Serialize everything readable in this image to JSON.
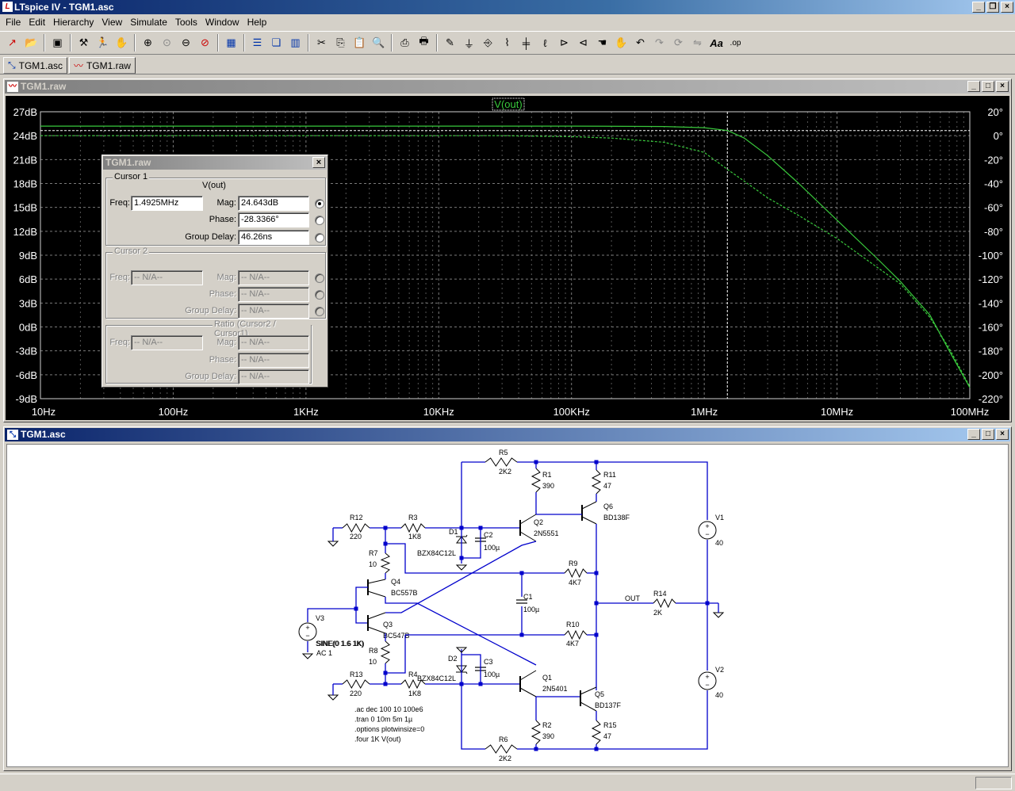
{
  "app": {
    "title": "LTspice IV - TGM1.asc",
    "icon": "ltspice-logo-icon"
  },
  "menu": [
    "File",
    "Edit",
    "Hierarchy",
    "View",
    "Simulate",
    "Tools",
    "Window",
    "Help"
  ],
  "toolbar": {
    "icons": [
      "new-schematic-icon",
      "open-icon",
      "save-icon",
      "control-panel-icon",
      "run-icon",
      "halt-icon",
      "zoom-in-icon",
      "zoom-full-icon",
      "zoom-out-icon",
      "zoom-cancel-icon",
      "autorange-icon",
      "tile-horizontal-icon",
      "cascade-icon",
      "tile-vertical-icon",
      "cut-icon",
      "copy-icon",
      "paste-icon",
      "find-icon",
      "print-preview-icon",
      "print-icon",
      "draw-wire-icon",
      "ground-icon",
      "label-net-icon",
      "resistor-icon",
      "capacitor-icon",
      "inductor-icon",
      "diode-icon",
      "component-icon",
      "move-icon",
      "drag-icon",
      "undo-icon",
      "redo-icon",
      "rotate-icon",
      "mirror-icon",
      "text-icon",
      "spice-directive-icon"
    ]
  },
  "tabs": [
    {
      "label": "TGM1.asc",
      "icon": "schematic-icon"
    },
    {
      "label": "TGM1.raw",
      "icon": "waveform-icon"
    }
  ],
  "plot_window": {
    "title": "TGM1.raw",
    "trace_label": "V(out)"
  },
  "chart_data": {
    "type": "line",
    "title": "",
    "x_scale": "log",
    "xlim": [
      10,
      100000000
    ],
    "x_tick_labels": [
      "10Hz",
      "100Hz",
      "1KHz",
      "10KHz",
      "100KHz",
      "1MHz",
      "10MHz",
      "100MHz"
    ],
    "y_left_lim": [
      -9,
      27
    ],
    "y_left_tick_labels": [
      "27dB",
      "24dB",
      "21dB",
      "18dB",
      "15dB",
      "12dB",
      "9dB",
      "6dB",
      "3dB",
      "0dB",
      "-3dB",
      "-6dB",
      "-9dB"
    ],
    "y_right_lim": [
      -220,
      20
    ],
    "y_right_tick_labels": [
      "20°",
      "0°",
      "-20°",
      "-40°",
      "-60°",
      "-80°",
      "-100°",
      "-120°",
      "-140°",
      "-160°",
      "-180°",
      "-200°",
      "-220°"
    ],
    "grid": true,
    "cursor1_freq_hz": 1492500,
    "reference_db": 24.643,
    "series": [
      {
        "name": "V(out)",
        "kind": "magnitude_db",
        "x": [
          10,
          100,
          1000,
          10000,
          100000,
          500000,
          1000000,
          1500000,
          2000000,
          3000000,
          5000000,
          10000000,
          20000000,
          30000000,
          50000000,
          70000000,
          100000000
        ],
        "y": [
          25.2,
          25.2,
          25.2,
          25.2,
          25.2,
          25.15,
          25.0,
          24.64,
          23.7,
          21.5,
          18.2,
          13.4,
          8.6,
          5.7,
          1.5,
          -3.0,
          -7.6
        ]
      },
      {
        "name": "V(out)",
        "kind": "phase_deg",
        "x": [
          10,
          100,
          1000,
          10000,
          30000,
          100000,
          200000,
          500000,
          1000000,
          1500000,
          2000000,
          3000000,
          5000000,
          10000000,
          20000000,
          30000000,
          50000000,
          70000000,
          100000000
        ],
        "y": [
          0,
          0,
          0,
          0,
          0,
          -0.8,
          -2,
          -5.5,
          -14,
          -28.3,
          -38,
          -52,
          -66,
          -86,
          -110,
          -124,
          -152,
          -178,
          -210
        ]
      }
    ]
  },
  "cursor_dialog": {
    "title": "TGM1.raw",
    "cursor1": {
      "legend": "Cursor 1",
      "trace": "V(out)",
      "freq_label": "Freq:",
      "freq": "1.4925MHz",
      "mag_label": "Mag:",
      "mag": "24.643dB",
      "phase_label": "Phase:",
      "phase": "-28.3366°",
      "gd_label": "Group Delay:",
      "gd": "46.26ns"
    },
    "cursor2": {
      "legend": "Cursor 2",
      "freq_label": "Freq:",
      "freq": "-- N/A--",
      "mag_label": "Mag:",
      "mag": "-- N/A--",
      "phase_label": "Phase:",
      "phase": "-- N/A--",
      "gd_label": "Group Delay:",
      "gd": "-- N/A--"
    },
    "ratio": {
      "legend": "Ratio (Cursor2 / Cursor1)",
      "freq_label": "Freq:",
      "freq": "-- N/A--",
      "mag_label": "Mag:",
      "mag": "-- N/A--",
      "phase_label": "Phase:",
      "phase": "-- N/A--",
      "gd_label": "Group Delay:",
      "gd": "-- N/A--"
    }
  },
  "schematic_window": {
    "title": "TGM1.asc",
    "components": {
      "R5": {
        "ref": "R5",
        "val": "2K2"
      },
      "R1": {
        "ref": "R1",
        "val": "390"
      },
      "R11": {
        "ref": "R11",
        "val": "47"
      },
      "Q6": {
        "ref": "Q6",
        "val": "BD138F"
      },
      "R12": {
        "ref": "R12",
        "val": "220"
      },
      "R3": {
        "ref": "R3",
        "val": "1K8"
      },
      "D1": {
        "ref": "D1",
        "val": "BZX84C12L"
      },
      "C2": {
        "ref": "C2",
        "val": "100µ"
      },
      "Q2": {
        "ref": "Q2",
        "val": "2N5551"
      },
      "R7": {
        "ref": "R7",
        "val": "10"
      },
      "R9": {
        "ref": "R9",
        "val": "4K7"
      },
      "Q4": {
        "ref": "Q4",
        "val": "BC557B"
      },
      "C1": {
        "ref": "C1",
        "val": "100µ"
      },
      "V3": {
        "ref": "V3",
        "val": "SINE(0 1.6 1K)",
        "val2": "AC 1"
      },
      "Q3": {
        "ref": "Q3",
        "val": "BC547B"
      },
      "R10": {
        "ref": "R10",
        "val": "4K7"
      },
      "R8": {
        "ref": "R8",
        "val": "10"
      },
      "D2": {
        "ref": "D2",
        "val": "BZX84C12L"
      },
      "C3": {
        "ref": "C3",
        "val": "100µ"
      },
      "R13": {
        "ref": "R13",
        "val": "220"
      },
      "R4": {
        "ref": "R4",
        "val": "1K8"
      },
      "Q1": {
        "ref": "Q1",
        "val": "2N5401"
      },
      "Q5": {
        "ref": "Q5",
        "val": "BD137F"
      },
      "R2": {
        "ref": "R2",
        "val": "390"
      },
      "R15": {
        "ref": "R15",
        "val": "47"
      },
      "R6": {
        "ref": "R6",
        "val": "2K2"
      },
      "R14": {
        "ref": "R14",
        "val": "2K"
      },
      "V1": {
        "ref": "V1",
        "val": "40"
      },
      "V2": {
        "ref": "V2",
        "val": "40"
      }
    },
    "net_label_out": "OUT",
    "directives": [
      ".ac dec 100 10 100e6",
      ".tran 0 10m 5m 1µ",
      ".options plotwinsize=0",
      ".four 1K V(out)"
    ]
  },
  "colors": {
    "plot_bg": "#000000",
    "trace": "#39c93c",
    "grid": "#7a7a7a",
    "axis_text": "#ffffff",
    "wire": "#0000cc",
    "component": "#000000",
    "title_active": "#0a246a"
  }
}
